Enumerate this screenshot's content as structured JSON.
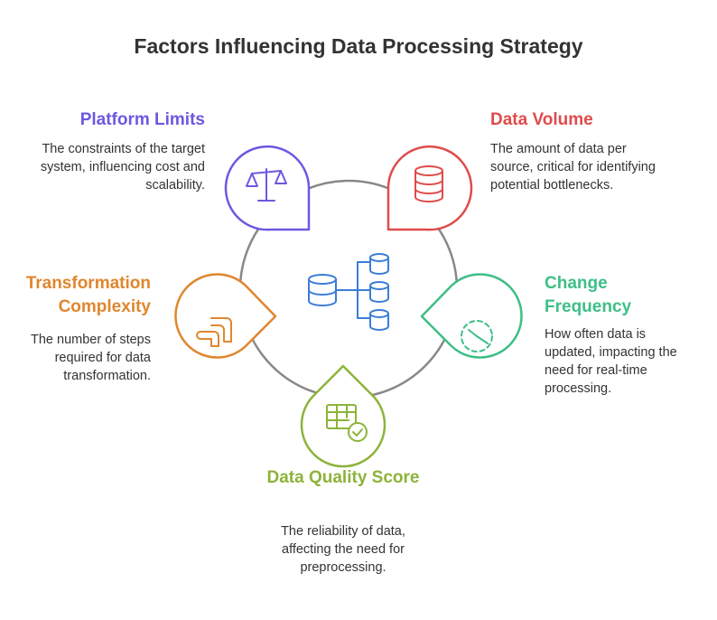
{
  "title": "Factors Influencing Data Processing Strategy",
  "colors": {
    "platform": "#6b59e0",
    "volume": "#e04b4b",
    "frequency": "#3dbf85",
    "quality": "#8db33a",
    "transformation": "#e0862e",
    "center": "#3b7dd8",
    "ring": "#888888"
  },
  "center_icon": "database-hierarchy-icon",
  "factors": [
    {
      "key": "platform",
      "title": "Platform Limits",
      "description": "The constraints of the target system, influencing cost and scalability.",
      "icon": "scale-balance-icon"
    },
    {
      "key": "volume",
      "title": "Data Volume",
      "description": "The amount of data per source, critical for identifying potential bottlenecks.",
      "icon": "database-icon"
    },
    {
      "key": "frequency",
      "title": "Change Frequency",
      "description": "How often data is updated, impacting the need for real-time processing.",
      "icon": "clock-icon"
    },
    {
      "key": "quality",
      "title": "Data Quality Score",
      "description": "The reliability of data, affecting the need for preprocessing.",
      "icon": "table-check-icon"
    },
    {
      "key": "transformation",
      "title": "Transformation Complexity",
      "description": "The number of steps required for data transformation.",
      "icon": "steps-icon"
    }
  ]
}
